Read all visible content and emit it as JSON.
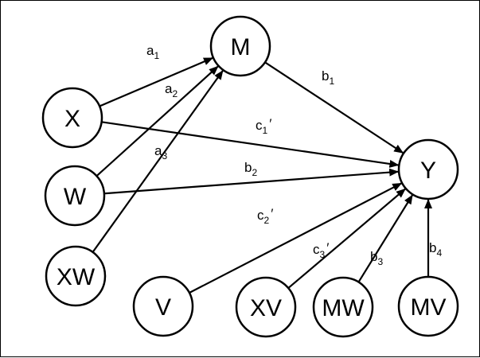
{
  "nodes": [
    {
      "id": "M",
      "label": "M"
    },
    {
      "id": "X",
      "label": "X"
    },
    {
      "id": "W",
      "label": "W"
    },
    {
      "id": "XW",
      "label": "XW"
    },
    {
      "id": "Y",
      "label": "Y"
    },
    {
      "id": "V",
      "label": "V"
    },
    {
      "id": "XV",
      "label": "XV"
    },
    {
      "id": "MW",
      "label": "MW"
    },
    {
      "id": "MV",
      "label": "MV"
    }
  ],
  "edges": [
    {
      "from": "X",
      "to": "M",
      "label": "a",
      "sub": "1",
      "prime": ""
    },
    {
      "from": "W",
      "to": "M",
      "label": "a",
      "sub": "2",
      "prime": ""
    },
    {
      "from": "XW",
      "to": "M",
      "label": "a",
      "sub": "3",
      "prime": ""
    },
    {
      "from": "M",
      "to": "Y",
      "label": "b",
      "sub": "1",
      "prime": ""
    },
    {
      "from": "X",
      "to": "Y",
      "label": "c",
      "sub": "1",
      "prime": "′"
    },
    {
      "from": "W",
      "to": "Y",
      "label": "b",
      "sub": "2",
      "prime": ""
    },
    {
      "from": "V",
      "to": "Y",
      "label": "c",
      "sub": "2",
      "prime": "′"
    },
    {
      "from": "XV",
      "to": "Y",
      "label": "c",
      "sub": "3",
      "prime": "′"
    },
    {
      "from": "MW",
      "to": "Y",
      "label": "b",
      "sub": "3",
      "prime": ""
    },
    {
      "from": "MV",
      "to": "Y",
      "label": "b",
      "sub": "4",
      "prime": ""
    }
  ]
}
